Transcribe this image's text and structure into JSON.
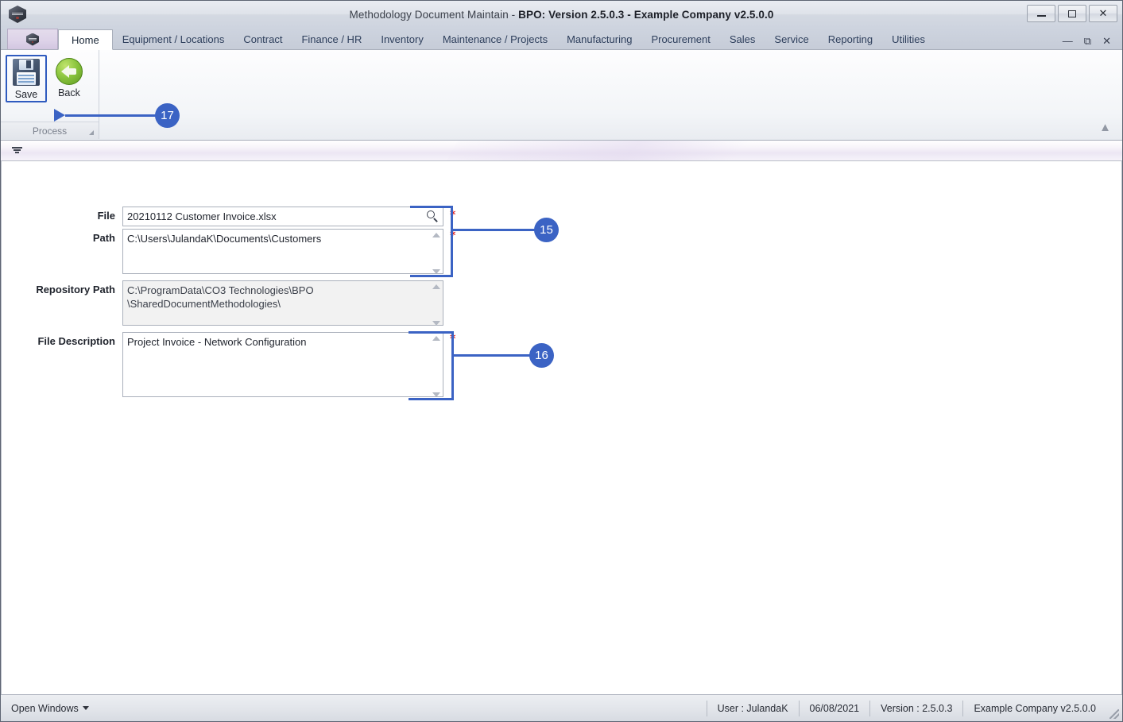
{
  "window": {
    "title_light": "Methodology Document Maintain - ",
    "title_bold": "BPO: Version 2.5.0.3 - Example Company v2.5.0.0",
    "app_icon": "hex-logo-icon",
    "controls": {
      "minimize": "minimize-icon",
      "maximize": "maximize-icon",
      "close": "close-icon"
    }
  },
  "ribbon": {
    "tabs": [
      {
        "label": "Home",
        "active": true
      },
      {
        "label": "Equipment / Locations",
        "active": false
      },
      {
        "label": "Contract",
        "active": false
      },
      {
        "label": "Finance / HR",
        "active": false
      },
      {
        "label": "Inventory",
        "active": false
      },
      {
        "label": "Maintenance / Projects",
        "active": false
      },
      {
        "label": "Manufacturing",
        "active": false
      },
      {
        "label": "Procurement",
        "active": false
      },
      {
        "label": "Sales",
        "active": false
      },
      {
        "label": "Service",
        "active": false
      },
      {
        "label": "Reporting",
        "active": false
      },
      {
        "label": "Utilities",
        "active": false
      }
    ],
    "inner_controls": {
      "minimize": "minimize-icon",
      "restore": "restore-icon",
      "close": "close-icon"
    },
    "groups": [
      {
        "name": "Process",
        "footer_label": "Process",
        "buttons": [
          {
            "label": "Save",
            "icon": "save-floppy-icon",
            "selected": true
          },
          {
            "label": "Back",
            "icon": "back-arrow-icon",
            "selected": false
          }
        ]
      }
    ],
    "collapse_icon": "chevron-up-icon"
  },
  "filter_strip": {
    "icon": "filter-funnel-icon"
  },
  "form": {
    "fields": [
      {
        "label": "File",
        "value": "20210112 Customer Invoice.xlsx",
        "required_marker": "*",
        "type": "lookup",
        "icon": "search-magnifier-icon",
        "readonly": false,
        "highlighted": true
      },
      {
        "label": "Path",
        "value": "C:\\Users\\JulandaK\\Documents\\Customers",
        "required_marker": "*",
        "type": "textarea",
        "readonly": false,
        "highlighted": true
      },
      {
        "label": "Repository Path",
        "value": "C:\\ProgramData\\CO3 Technologies\\BPO\n\\SharedDocumentMethodologies\\",
        "required_marker": "",
        "type": "textarea",
        "readonly": true,
        "highlighted": false
      },
      {
        "label": "File Description",
        "value": "Project Invoice - Network Configuration",
        "required_marker": "*",
        "type": "textarea",
        "readonly": false,
        "highlighted": true
      }
    ]
  },
  "annotations": [
    {
      "number": "17",
      "target": "save-button"
    },
    {
      "number": "15",
      "target": "path-field"
    },
    {
      "number": "16",
      "target": "file-description-field"
    }
  ],
  "status_bar": {
    "open_windows_label": "Open Windows",
    "open_windows_icon": "caret-down-icon",
    "cells": [
      "User : JulandaK",
      "06/08/2021",
      "Version : 2.5.0.3",
      "Example Company v2.5.0.0"
    ],
    "resize_grip": "resize-grip-icon"
  },
  "colors": {
    "accent_blue": "#3b63c4",
    "required_red": "#e02020",
    "tab_text": "#2e3f5c"
  }
}
